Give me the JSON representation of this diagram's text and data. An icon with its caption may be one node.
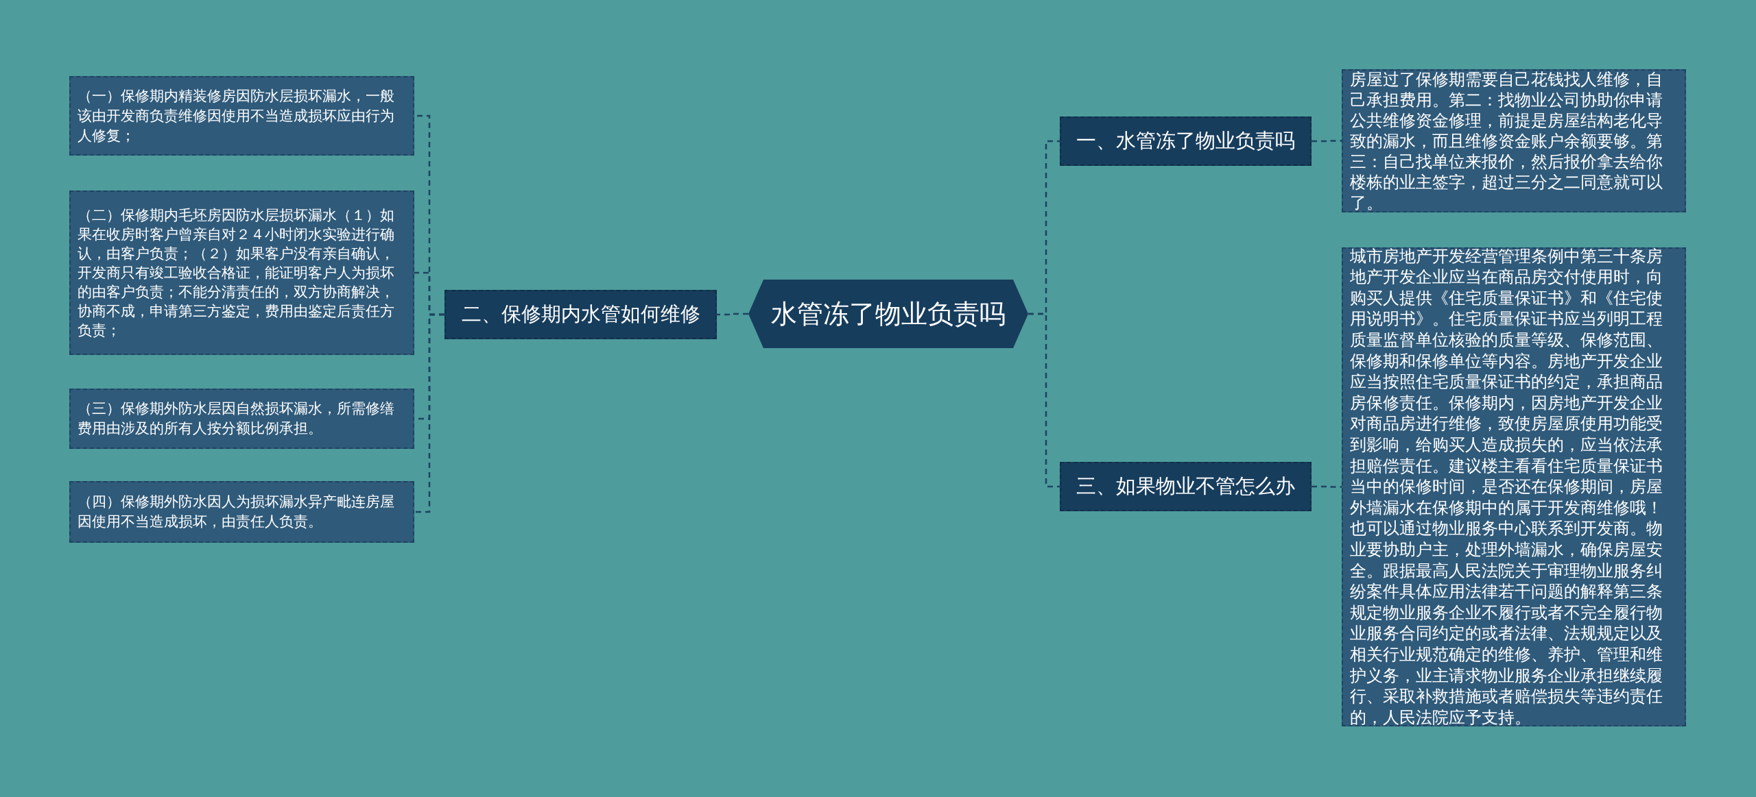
{
  "diagram": {
    "nodes": [
      {
        "text": [
          "水管冻了物业负责吗"
        ]
      },
      {
        "text": [
          "一、水管冻了物业负责吗"
        ]
      },
      {
        "text": [
          "房屋过了保修期需要自己花钱找人维修，自己承担费用。第二：找物业公司协助你申请公共维修资金修理，前提是房屋结构老化导致的漏水，而且维修资金账户余额要够。第三：自己找单位来报价，然后报价拿去给你楼栋的业主签字，超过三分之二同意就可以了。"
        ]
      },
      {
        "text": [
          "三、如果物业不管怎么办"
        ]
      },
      {
        "text": [
          "城市房地产开发经营管理条例中第三十条房地产开发企业应当在商品房交付使用时，向购买人提供《住宅质量保证书》和《住宅使用说明书》。住宅质量保证书应当列明工程质量监督单位核验的质量等级、保修范围、保修期和保修单位等内容。房地产开发企业应当按照住宅质量保证书的约定，承担商品房保修责任。保修期内，因房地产开发企业对商品房进行维修，致使房屋原使用功能受到影响，给购买人造成损失的，应当依法承担赔偿责任。建议楼主看看住宅质量保证书当中的保修时间，是否还在保修期间，房屋外墙漏水在保修期中的属于开发商维修哦！也可以通过物业服务中心联系到开发商。物业要协助户主，处理外墙漏水，确保房屋安全。跟据最高人民法院关于审理物业服务纠纷案件具体应用法律若干问题的解释第三条规定物业服务企业不履行或者不完全履行物业服务合同约定的或者法律、法规规定以及相关行业规范确定的维修、养护、管理和维护义务，业主请求物业服务企业承担继续履行、采取补救措施或者赔偿损失等违约责任的，人民法院应予支持。"
        ]
      },
      {
        "text": [
          "二、保修期内水管如何维修"
        ]
      },
      {
        "text": [
          "（一）保修期内精装修房因防水层损坏漏水，一般该由开发商负责维修因使用不当造成损坏应由行为人修复；"
        ]
      },
      {
        "text": [
          "（二）保修期内毛坯房因防水层损坏漏水（１）如果在收房时客户曾亲自对２４小时闭水实验进行确认，由客户负责；（２）如果客户没有亲自确认，开发商只有竣工验收合格证，能证明客户人为损坏的由客户负责；不能分清责任的，双方协商解决，协商不成，申请第三方鉴定，费用由鉴定后责任方负责；"
        ]
      },
      {
        "text": [
          "（三）保修期外防水层因自然损坏漏水，所需修缮费用由涉及的所有人按分额比例承担。"
        ]
      },
      {
        "text": [
          "（四）保修期外防水因人为损坏漏水异产毗连房屋因使用不当造成损坏，由责任人负责。"
        ]
      }
    ],
    "edges": [
      {
        "from": 0,
        "to": 1,
        "arrow": "none",
        "style": "dashed"
      },
      {
        "from": 1,
        "to": 2,
        "arrow": "none",
        "style": "dashed"
      },
      {
        "from": 0,
        "to": 3,
        "arrow": "none",
        "style": "dashed"
      },
      {
        "from": 3,
        "to": 4,
        "arrow": "none",
        "style": "dashed"
      },
      {
        "from": 0,
        "to": 5,
        "arrow": "none",
        "style": "dashed"
      },
      {
        "from": 5,
        "to": 6,
        "arrow": "none",
        "style": "dashed"
      },
      {
        "from": 5,
        "to": 7,
        "arrow": "none",
        "style": "dashed"
      },
      {
        "from": 5,
        "to": 8,
        "arrow": "none",
        "style": "dashed"
      },
      {
        "from": 5,
        "to": 9,
        "arrow": "none",
        "style": "dashed"
      }
    ]
  }
}
